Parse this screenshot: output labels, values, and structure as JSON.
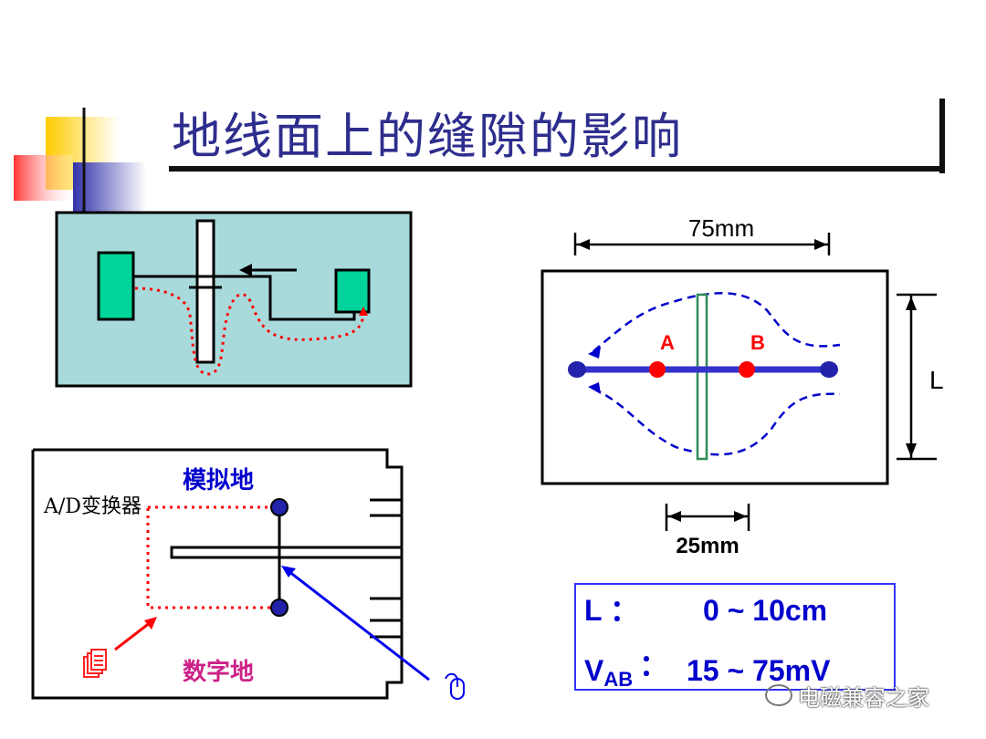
{
  "title": "地线面上的缝隙的影响",
  "right_diagram": {
    "width_label": "75mm",
    "height_label": "L",
    "slot_label": "25mm",
    "point_a": "A",
    "point_b": "B"
  },
  "bottom_left_diagram": {
    "converter_label": "A/D变换器",
    "analog_label": "模拟地",
    "digital_label": "数字地"
  },
  "result_box": {
    "row1_label": "L ：",
    "row1_value": "0 ~ 10cm",
    "row2_label_main": "V",
    "row2_label_sub": "AB",
    "row2_colon": "：",
    "row2_value": "15 ~ 75mV"
  },
  "watermark": "电磁兼容之家",
  "colors": {
    "title": "#2e2e8e",
    "board_fill": "#a8dadc",
    "component_fill": "#00d49a",
    "trace_red": "#ff0000",
    "trace_blue": "#3333cc",
    "label_blue": "#0000cc",
    "label_magenta": "#cc2288",
    "arrow_blue": "#0000ee"
  }
}
